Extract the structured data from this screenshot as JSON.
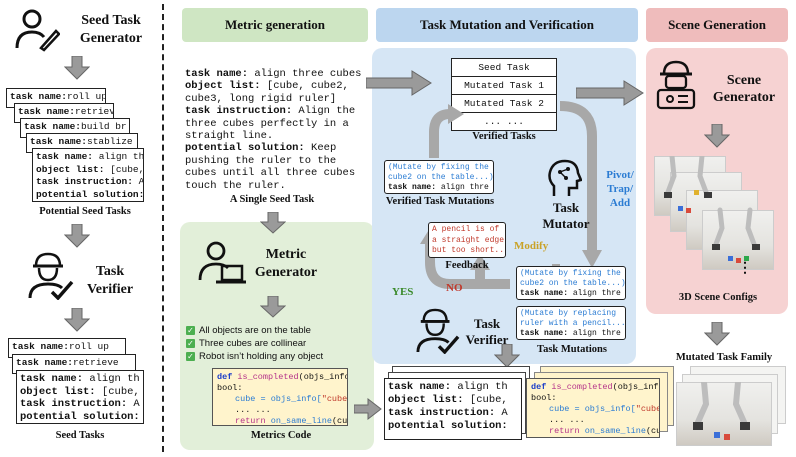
{
  "left": {
    "seed_generator_title": [
      "Seed Task",
      "Generator"
    ],
    "seed_stack": [
      "roll up",
      "retrieve",
      "build br",
      "stablize"
    ],
    "seed_front": {
      "k1": "task name:",
      "v1": " align th",
      "k2": "object list:",
      "v2": " [cube,",
      "k3": "task instruction:",
      "v3": " A",
      "k4": "potential solution:",
      "v4": ""
    },
    "potential_caption": "Potential Seed Tasks",
    "verifier_title": [
      "Task",
      "Verifier"
    ],
    "seed_tasks_stack": [
      "roll up",
      "retrieve"
    ],
    "seed_tasks_front": {
      "k1": "task name:",
      "v1": " align th",
      "k2": "object list:",
      "v2": " [cube,",
      "k3": "task instruction:",
      "v3": " A",
      "k4": "potential solution:",
      "v4": ""
    },
    "seed_tasks_caption": "Seed Tasks"
  },
  "metric": {
    "header": "Metric generation",
    "seed_card": {
      "k1": "task name:",
      "v1": " align three cubes",
      "k2": "object list:",
      "v2": " [cube, cube2,",
      "v2b": "cube3, long rigid ruler]",
      "k3": "task instruction:",
      "v3": " Align the",
      "v3b": "three cubes perfectly in a",
      "v3c": "straight line.",
      "k4": "potential solution:",
      "v4": " Keep",
      "v4b": "pushing the ruler to the",
      "v4c": "cubes until all three cubes",
      "v4d": "touch the ruler."
    },
    "seed_caption": "A Single Seed Task",
    "generator_title": [
      "Metric",
      "Generator"
    ],
    "checks": [
      "All objects are on the table",
      "Three cubes are collinear",
      "Robot isn’t holding any object"
    ],
    "code": {
      "l1a": "def ",
      "l1b": "is_completed",
      "l1c": "(objs_info) ->",
      "l2": "bool:",
      "l3a": "cube = objs_info[",
      "l3b": "\"cube\"",
      "l3c": "]",
      "l4": "... ...",
      "l5a": "return ",
      "l5b": "on_same_line",
      "l5c": "(cubes)"
    },
    "code_caption": "Metrics Code"
  },
  "mutation": {
    "header": "Task Mutation and Verification",
    "verified_list": [
      "Seed Task",
      "Mutated Task 1",
      "Mutated Task 2",
      "... ..."
    ],
    "verified_caption": "Verified Tasks",
    "verified_mut_card": {
      "m1": "(Mutate by fixing the",
      "m2": "cube2 on the table...)",
      "k": "task name:",
      "v": " align thre"
    },
    "verified_mut_caption": "Verified Task Mutations",
    "mutator_title": [
      "Task",
      "Mutator"
    ],
    "pivot": [
      "Pivot/",
      "Trap/",
      "Add"
    ],
    "feedback_text": [
      "A pencil is of",
      "a straight edge",
      "but too short..."
    ],
    "feedback_caption": "Feedback",
    "modify": "Modify",
    "yes": "YES",
    "no": "NO",
    "mut1": {
      "m1": "(Mutate by fixing the",
      "m2": "cube2 on the table...)",
      "k": "task name:",
      "v": " align thre"
    },
    "mut2": {
      "m1": "(Mutate by replacing",
      "m2": "ruler with a pencil...",
      "k": "task name:",
      "v": " align thre"
    },
    "mutations_caption": "Task Mutations",
    "verifier_title": [
      "Task",
      "Verifier"
    ]
  },
  "scene": {
    "header": "Scene Generation",
    "generator_title": [
      "Scene",
      "Generator"
    ],
    "dots": "⋮",
    "configs_caption": "3D Scene Configs",
    "family_caption": "Mutated Task Family"
  },
  "bottom": {
    "card": {
      "k1": "task name:",
      "v1": " align th",
      "k2": "object list:",
      "v2": " [cube,",
      "k3": "task instruction:",
      "v3": " A",
      "k4": "potential solution:",
      "v4": ""
    },
    "code": {
      "l1a": "def ",
      "l1b": "is_completed",
      "l1c": "(objs_info) ->",
      "l2": "bool:",
      "l3a": "cube = objs_info[",
      "l3b": "\"cube\"",
      "l3c": "]",
      "l4": "... ...",
      "l5a": "return ",
      "l5b": "on_same_line",
      "l5c": "(cubes)"
    }
  },
  "colors": {
    "green_panel": "#e2efd9",
    "blue_panel": "#d6e6f5",
    "pink_panel": "#f6d2d2",
    "green_hdr": "#cfe6c3",
    "blue_hdr": "#bcd6ef",
    "pink_hdr": "#efbcbc",
    "arrow": "#9a9a9a",
    "yellow_card": "#fff4cc",
    "feedback_red": "#c0392b",
    "modify": "#c9a227",
    "yes": "#3a8a2a",
    "no": "#c0392b",
    "pivot": "#2b7cd3"
  }
}
